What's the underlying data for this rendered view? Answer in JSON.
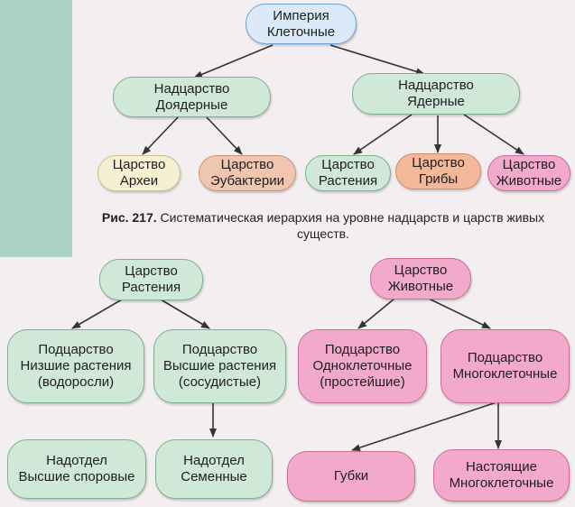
{
  "empire": [
    "Империя",
    "Клеточные"
  ],
  "superkingdom_prenuclear": [
    "Надцарство",
    "Доядерные"
  ],
  "superkingdom_nuclear": [
    "Надцарство",
    "Ядерные"
  ],
  "kingdom_archaea": [
    "Царство",
    "Археи"
  ],
  "kingdom_eubacteria": [
    "Царство",
    "Эубактерии"
  ],
  "kingdom_plants": [
    "Царство",
    "Растения"
  ],
  "kingdom_fungi": [
    "Царство",
    "Грибы"
  ],
  "kingdom_animals": [
    "Царство",
    "Животные"
  ],
  "caption": {
    "label": "Рис. 217.",
    "text": "Систематическая иерархия на уровне надцарств и царств живых существ."
  },
  "plants_tree": {
    "root": [
      "Царство",
      "Растения"
    ],
    "lower": [
      "Подцарство",
      "Низшие растения",
      "(водоросли)"
    ],
    "higher": [
      "Подцарство",
      "Высшие растения",
      "(сосудистые)"
    ],
    "spore": [
      "Надотдел",
      "Высшие споровые"
    ],
    "seed": [
      "Надотдел",
      "Семенные"
    ]
  },
  "animals_tree": {
    "root": [
      "Царство",
      "Животные"
    ],
    "unicellular": [
      "Подцарство",
      "Одноклеточные",
      "(простейшие)"
    ],
    "multicellular": [
      "Подцарство",
      "Многоклеточные"
    ],
    "sponges": [
      "Губки"
    ],
    "true_multicellular": [
      "Настоящие",
      "Многоклеточные"
    ]
  }
}
